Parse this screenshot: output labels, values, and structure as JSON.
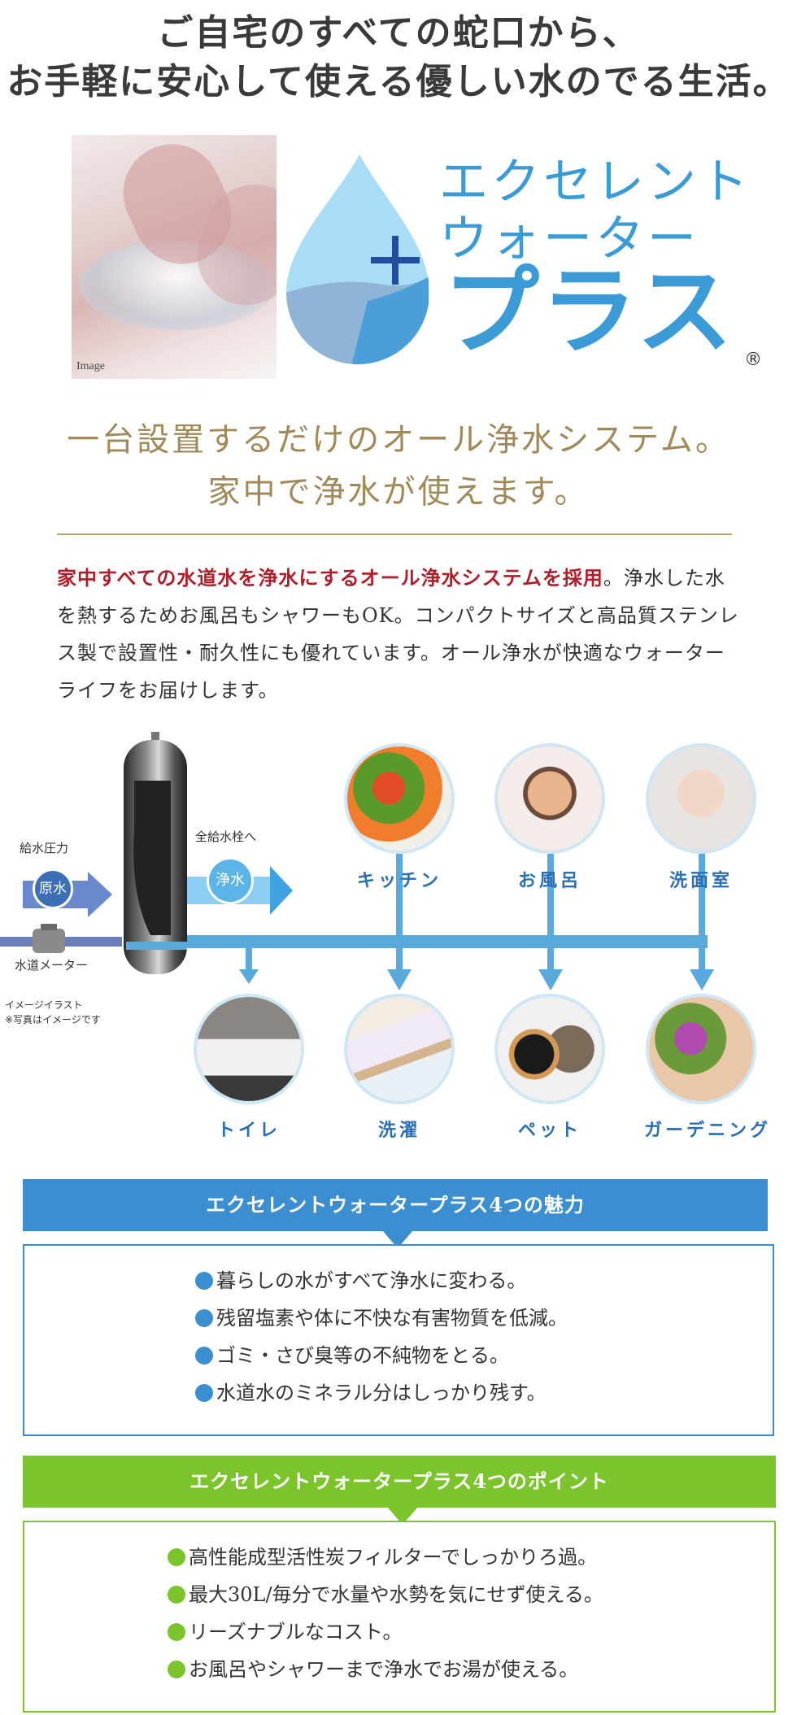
{
  "headline": {
    "line1": "ご自宅のすべての蛇口から、",
    "line2": "お手軽に安心して使える優しい水のでる生活。"
  },
  "photo_caption": "Image",
  "brand": {
    "line1": "エクセレント",
    "line2": "ウォーター",
    "line3": "プラス",
    "registered": "®",
    "plus_icon": "plus-icon",
    "drop_icon": "water-drop-icon",
    "color_dark": "#3a9bd6",
    "color_light": "#8fd0f0"
  },
  "tagline": {
    "line1": "一台設置するだけのオール浄水システム。",
    "line2": "家中で浄水が使えます。"
  },
  "body": {
    "highlight": "家中すべての水道水を浄水にするオール浄水システムを採用",
    "rest": "。浄水した水を熱するためお風呂もシャワーもOK。コンパクトサイズと高品質ステンレス製で設置性・耐久性にも優れています。オール浄水が快適なウォーターライフをお届けします。"
  },
  "diagram": {
    "supply_pressure": "給水圧力",
    "raw_water": "原水",
    "water_meter": "水道メーター",
    "to_all_taps": "全給水栓へ",
    "purified": "浄水",
    "note_line1": "イメージイラスト",
    "note_line2": "※写真はイメージです",
    "top_uses": [
      {
        "label": "キッチン",
        "icon": "vegetables-photo"
      },
      {
        "label": "お風呂",
        "icon": "bath-child-photo"
      },
      {
        "label": "洗面室",
        "icon": "face-wash-photo"
      }
    ],
    "bottom_uses": [
      {
        "label": "トイレ",
        "icon": "toilet-photo"
      },
      {
        "label": "洗濯",
        "icon": "laundry-photo"
      },
      {
        "label": "ペット",
        "icon": "pets-photo"
      },
      {
        "label": "ガーデニング",
        "icon": "flowers-photo"
      }
    ]
  },
  "appeal": {
    "title": "エクセレントウォータープラス4つの魅力",
    "color": "#3b8fd0",
    "items": [
      "暮らしの水がすべて浄水に変わる。",
      "残留塩素や体に不快な有害物質を低減。",
      "ゴミ・さび臭等の不純物をとる。",
      "水道水のミネラル分はしっかり残す。"
    ]
  },
  "points": {
    "title": "エクセレントウォータープラス4つのポイント",
    "color": "#7cc42c",
    "items": [
      "高性能成型活性炭フィルターでしっかりろ過。",
      "最大30L/毎分で水量や水勢を気にせず使える。",
      "リーズナブルなコスト。",
      "お風呂やシャワーまで浄水でお湯が使える。"
    ]
  }
}
